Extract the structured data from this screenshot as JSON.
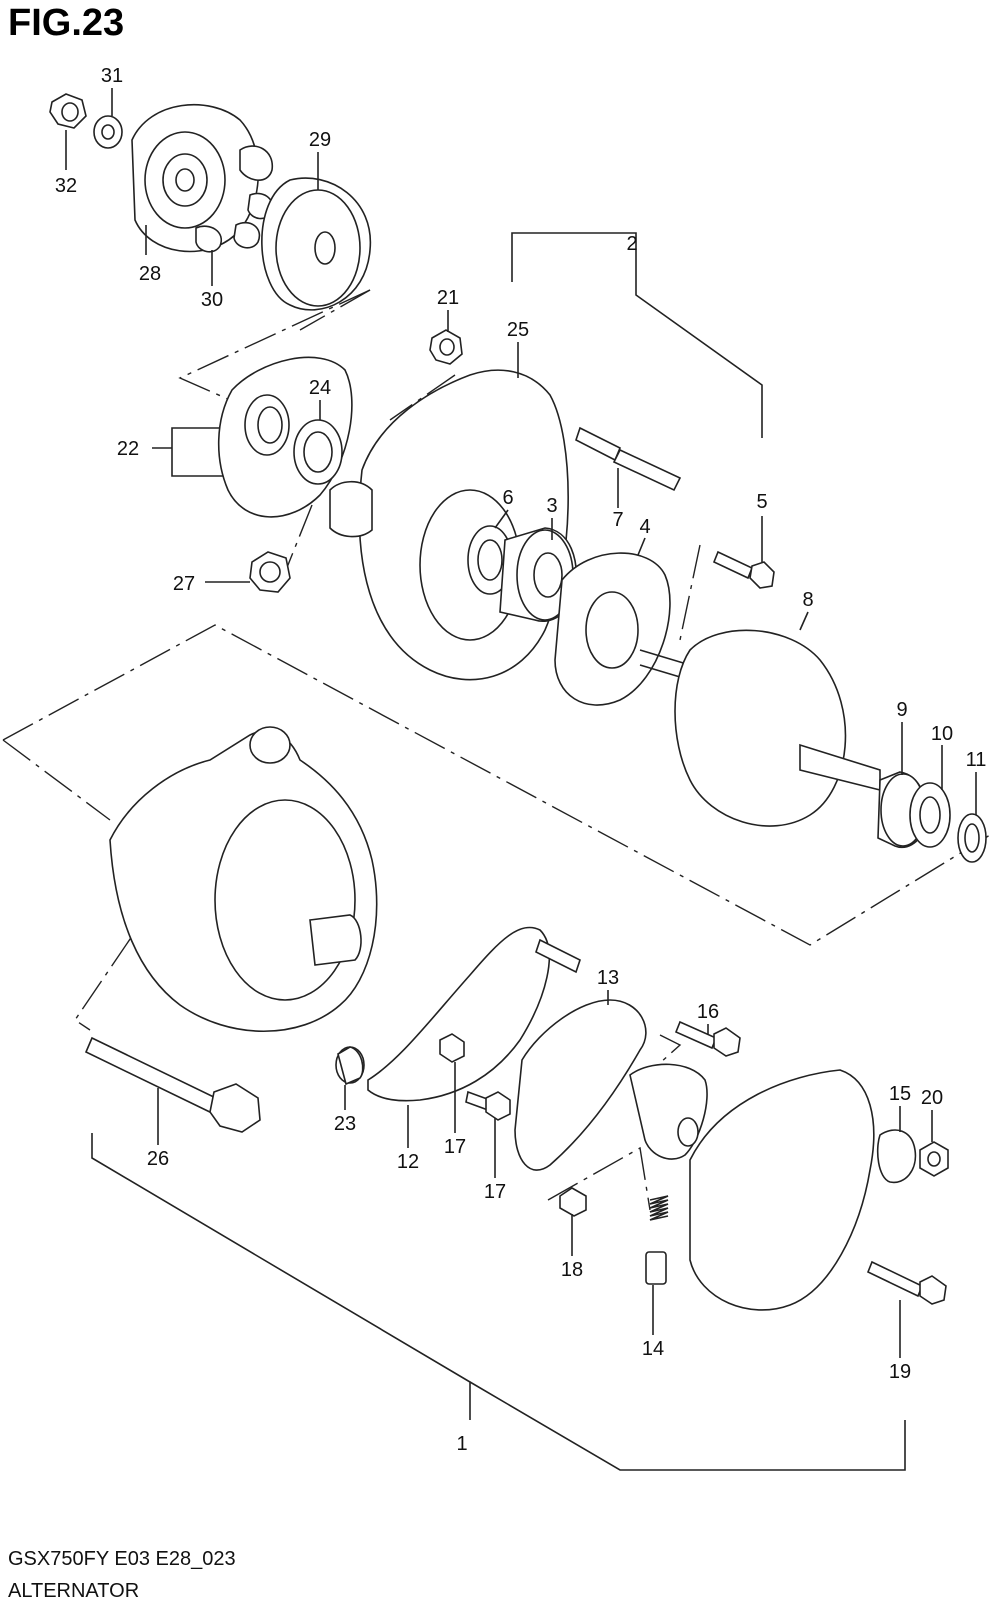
{
  "figure": {
    "title": "FIG.23"
  },
  "footer": {
    "model_code": "GSX750FY E03 E28_023",
    "section_name": "ALTERNATOR"
  },
  "parts": {
    "p1": "1",
    "p2": "2",
    "p3": "3",
    "p4": "4",
    "p5": "5",
    "p6": "6",
    "p7": "7",
    "p8": "8",
    "p9": "9",
    "p10": "10",
    "p11": "11",
    "p12": "12",
    "p13": "13",
    "p14": "14",
    "p15": "15",
    "p16": "16",
    "p17a": "17",
    "p17b": "17",
    "p18": "18",
    "p19": "19",
    "p20": "20",
    "p21": "21",
    "p22": "22",
    "p23": "23",
    "p24": "24",
    "p25": "25",
    "p26": "26",
    "p27": "27",
    "p28": "28",
    "p29": "29",
    "p30": "30",
    "p31": "31",
    "p32": "32"
  }
}
